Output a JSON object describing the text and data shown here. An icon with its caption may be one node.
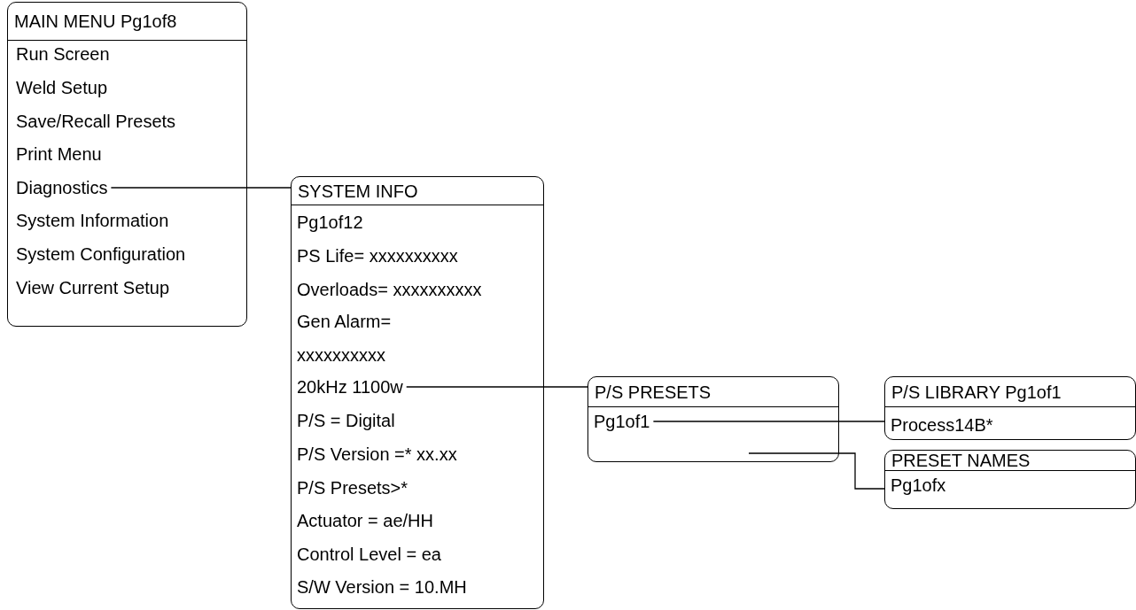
{
  "diagram": {
    "nodes": [
      {
        "text": [
          "MAIN MENU Pg1of8"
        ]
      },
      {
        "text": [
          "Run Screen"
        ],
        "in": 0
      },
      {
        "text": [
          "Weld Setup"
        ],
        "in": 0
      },
      {
        "text": [
          "Save/Recall Presets"
        ],
        "in": 0
      },
      {
        "text": [
          "Print Menu"
        ],
        "in": 0
      },
      {
        "text": [
          "Diagnostics"
        ],
        "in": 0
      },
      {
        "text": [
          "System Information"
        ],
        "in": 0
      },
      {
        "text": [
          "System Configuration"
        ],
        "in": 0
      },
      {
        "text": [
          "View Current Setup"
        ],
        "in": 0
      },
      {
        "text": [
          "SYSTEM INFO"
        ]
      },
      {
        "text": [
          "Pg1of12"
        ],
        "in": 9
      },
      {
        "text": [
          "PS Life= xxxxxxxxxx"
        ],
        "in": 9
      },
      {
        "text": [
          "Overloads= xxxxxxxxxx"
        ],
        "in": 9
      },
      {
        "text": [
          "Gen Alarm="
        ],
        "in": 9
      },
      {
        "text": [
          "xxxxxxxxxx"
        ],
        "in": 9
      },
      {
        "text": [
          "20kHz 1100w"
        ],
        "in": 9
      },
      {
        "text": [
          "P/S = Digital"
        ],
        "in": 9
      },
      {
        "text": [
          "P/S Version =* xx.xx"
        ],
        "in": 9
      },
      {
        "text": [
          "P/S Presets>*"
        ],
        "in": 9
      },
      {
        "text": [
          "Actuator = ae/HH"
        ],
        "in": 9
      },
      {
        "text": [
          "Control Level = ea"
        ],
        "in": 9
      },
      {
        "text": [
          "S/W Version = 10.MH"
        ],
        "in": 9
      },
      {
        "text": [
          "P/S PRESETS"
        ]
      },
      {
        "text": [
          "Pg1of1"
        ],
        "in": 22
      },
      {
        "text": [
          "P/S LIBRARY Pg1of1"
        ]
      },
      {
        "text": [
          "Process14B*"
        ],
        "in": 24
      },
      {
        "text": [
          "PRESET NAMES"
        ]
      },
      {
        "text": [
          "Pg1ofx"
        ],
        "in": 26
      }
    ],
    "edges": [
      {
        "from": 5,
        "to": 9,
        "arrow": "none"
      },
      {
        "from": 15,
        "to": 22,
        "arrow": "none"
      },
      {
        "from": 23,
        "to": 24,
        "arrow": "none"
      },
      {
        "from": 22,
        "to": 26,
        "arrow": "none"
      }
    ]
  }
}
